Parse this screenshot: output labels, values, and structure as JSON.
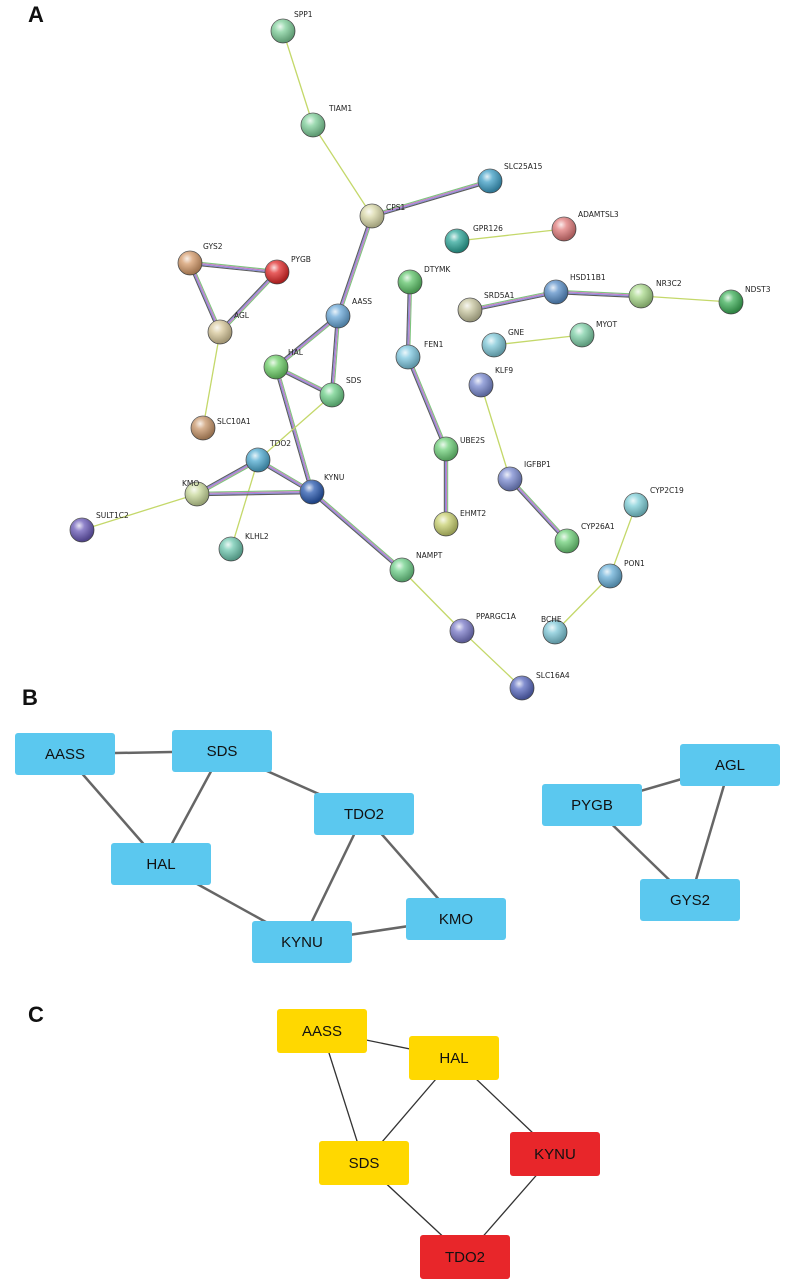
{
  "panels": [
    {
      "id": "A",
      "label": "A"
    },
    {
      "id": "B",
      "label": "B"
    },
    {
      "id": "C",
      "label": "C"
    }
  ],
  "panel_a": {
    "nodes": [
      {
        "id": "SPP1",
        "label": "SPP1",
        "color": "#7fcf9a"
      },
      {
        "id": "TIAM1",
        "label": "TIAM1",
        "color": "#7fcf9a"
      },
      {
        "id": "CPS1",
        "label": "CPS1",
        "color": "#d9d8a8"
      },
      {
        "id": "SLC25A15",
        "label": "SLC25A15",
        "color": "#3f9fc6"
      },
      {
        "id": "ADAMTSL3",
        "label": "ADAMTSL3",
        "color": "#e07a7a"
      },
      {
        "id": "GPR126",
        "label": "GPR126",
        "color": "#2fa79a"
      },
      {
        "id": "GYS2",
        "label": "GYS2",
        "color": "#d49a6a"
      },
      {
        "id": "PYGB",
        "label": "PYGB",
        "color": "#e02a2a"
      },
      {
        "id": "AGL",
        "label": "AGL",
        "color": "#d7c79a"
      },
      {
        "id": "DTYMK",
        "label": "DTYMK",
        "color": "#5fc46a"
      },
      {
        "id": "HSD11B1",
        "label": "HSD11B1",
        "color": "#5a8fc8"
      },
      {
        "id": "NR3C2",
        "label": "NR3C2",
        "color": "#a8d88a"
      },
      {
        "id": "NDST3",
        "label": "NDST3",
        "color": "#3fb05a"
      },
      {
        "id": "SRD5A1",
        "label": "SRD5A1",
        "color": "#c8c6a0"
      },
      {
        "id": "AASS",
        "label": "AASS",
        "color": "#6aa8d8"
      },
      {
        "id": "GNE",
        "label": "GNE",
        "color": "#7fc8d8"
      },
      {
        "id": "MYOT",
        "label": "MYOT",
        "color": "#7fd0a8"
      },
      {
        "id": "HAL",
        "label": "HAL",
        "color": "#6fd06a"
      },
      {
        "id": "FEN1",
        "label": "FEN1",
        "color": "#7fc8e0"
      },
      {
        "id": "SDS",
        "label": "SDS",
        "color": "#6fd08a"
      },
      {
        "id": "KLF9",
        "label": "KLF9",
        "color": "#7a8ad0"
      },
      {
        "id": "SLC10A1",
        "label": "SLC10A1",
        "color": "#c8966a"
      },
      {
        "id": "UBE2S",
        "label": "UBE2S",
        "color": "#6fd07a"
      },
      {
        "id": "TDO2",
        "label": "TDO2",
        "color": "#4faad0"
      },
      {
        "id": "IGFBP1",
        "label": "IGFBP1",
        "color": "#7a8ad0"
      },
      {
        "id": "KMO",
        "label": "KMO",
        "color": "#c8d89a"
      },
      {
        "id": "KYNU",
        "label": "KYNU",
        "color": "#2a5ab0"
      },
      {
        "id": "EHMT2",
        "label": "EHMT2",
        "color": "#c8d070"
      },
      {
        "id": "CYP2C19",
        "label": "CYP2C19",
        "color": "#7fcfd8"
      },
      {
        "id": "SULT1C2",
        "label": "SULT1C2",
        "color": "#6a5ab8"
      },
      {
        "id": "CYP26A1",
        "label": "CYP26A1",
        "color": "#6fd07a"
      },
      {
        "id": "KLHL2",
        "label": "KLHL2",
        "color": "#6fc8b0"
      },
      {
        "id": "PON1",
        "label": "PON1",
        "color": "#6ab0d8"
      },
      {
        "id": "NAMPT",
        "label": "NAMPT",
        "color": "#6fd08a"
      },
      {
        "id": "BCHE",
        "label": "BCHE",
        "color": "#7fc8d8"
      },
      {
        "id": "PPARGC1A",
        "label": "PPARGC1A",
        "color": "#7a7ac8"
      },
      {
        "id": "SLC16A4",
        "label": "SLC16A4",
        "color": "#5a6ac0"
      }
    ],
    "edges": [
      {
        "from": "SPP1",
        "to": "TIAM1",
        "kind": "thin"
      },
      {
        "from": "TIAM1",
        "to": "CPS1",
        "kind": "thin"
      },
      {
        "from": "CPS1",
        "to": "SLC25A15",
        "kind": "multi"
      },
      {
        "from": "CPS1",
        "to": "AASS",
        "kind": "multi"
      },
      {
        "from": "GPR126",
        "to": "ADAMTSL3",
        "kind": "thin"
      },
      {
        "from": "GYS2",
        "to": "PYGB",
        "kind": "multi"
      },
      {
        "from": "GYS2",
        "to": "AGL",
        "kind": "multi"
      },
      {
        "from": "PYGB",
        "to": "AGL",
        "kind": "multi"
      },
      {
        "from": "AGL",
        "to": "SLC10A1",
        "kind": "thin"
      },
      {
        "from": "DTYMK",
        "to": "FEN1",
        "kind": "multi"
      },
      {
        "from": "FEN1",
        "to": "UBE2S",
        "kind": "multi"
      },
      {
        "from": "UBE2S",
        "to": "EHMT2",
        "kind": "multi"
      },
      {
        "from": "SRD5A1",
        "to": "HSD11B1",
        "kind": "multi"
      },
      {
        "from": "HSD11B1",
        "to": "NR3C2",
        "kind": "multi"
      },
      {
        "from": "NR3C2",
        "to": "NDST3",
        "kind": "thin"
      },
      {
        "from": "GNE",
        "to": "MYOT",
        "kind": "thin"
      },
      {
        "from": "AASS",
        "to": "HAL",
        "kind": "multi"
      },
      {
        "from": "AASS",
        "to": "SDS",
        "kind": "multi"
      },
      {
        "from": "HAL",
        "to": "SDS",
        "kind": "multi"
      },
      {
        "from": "HAL",
        "to": "KYNU",
        "kind": "multi"
      },
      {
        "from": "SDS",
        "to": "TDO2",
        "kind": "thin"
      },
      {
        "from": "TDO2",
        "to": "KYNU",
        "kind": "multi"
      },
      {
        "from": "TDO2",
        "to": "KMO",
        "kind": "multi"
      },
      {
        "from": "TDO2",
        "to": "KLHL2",
        "kind": "thin"
      },
      {
        "from": "KMO",
        "to": "KYNU",
        "kind": "multi"
      },
      {
        "from": "KMO",
        "to": "SULT1C2",
        "kind": "thin"
      },
      {
        "from": "KYNU",
        "to": "NAMPT",
        "kind": "multi"
      },
      {
        "from": "NAMPT",
        "to": "PPARGC1A",
        "kind": "thin"
      },
      {
        "from": "PPARGC1A",
        "to": "SLC16A4",
        "kind": "thin"
      },
      {
        "from": "KLF9",
        "to": "IGFBP1",
        "kind": "thin"
      },
      {
        "from": "IGFBP1",
        "to": "CYP26A1",
        "kind": "multi"
      },
      {
        "from": "CYP2C19",
        "to": "PON1",
        "kind": "thin"
      },
      {
        "from": "PON1",
        "to": "BCHE",
        "kind": "thin"
      }
    ]
  },
  "panel_b": {
    "box_color": "#5bc8ef",
    "edge_color": "#666666",
    "nodes": [
      {
        "id": "AASS",
        "label": "AASS"
      },
      {
        "id": "SDS",
        "label": "SDS"
      },
      {
        "id": "TDO2",
        "label": "TDO2"
      },
      {
        "id": "HAL",
        "label": "HAL"
      },
      {
        "id": "KMO",
        "label": "KMO"
      },
      {
        "id": "KYNU",
        "label": "KYNU"
      },
      {
        "id": "AGL",
        "label": "AGL"
      },
      {
        "id": "PYGB",
        "label": "PYGB"
      },
      {
        "id": "GYS2",
        "label": "GYS2"
      }
    ],
    "edges": [
      {
        "from": "AASS",
        "to": "SDS"
      },
      {
        "from": "AASS",
        "to": "HAL"
      },
      {
        "from": "SDS",
        "to": "HAL"
      },
      {
        "from": "SDS",
        "to": "TDO2"
      },
      {
        "from": "HAL",
        "to": "KYNU"
      },
      {
        "from": "TDO2",
        "to": "KYNU"
      },
      {
        "from": "TDO2",
        "to": "KMO"
      },
      {
        "from": "KYNU",
        "to": "KMO"
      },
      {
        "from": "PYGB",
        "to": "AGL"
      },
      {
        "from": "PYGB",
        "to": "GYS2"
      },
      {
        "from": "AGL",
        "to": "GYS2"
      }
    ]
  },
  "panel_c": {
    "edge_color": "#333333",
    "nodes": [
      {
        "id": "AASS",
        "label": "AASS",
        "color": "#ffd800"
      },
      {
        "id": "HAL",
        "label": "HAL",
        "color": "#ffd800"
      },
      {
        "id": "SDS",
        "label": "SDS",
        "color": "#ffd800"
      },
      {
        "id": "KYNU",
        "label": "KYNU",
        "color": "#e8262a"
      },
      {
        "id": "TDO2",
        "label": "TDO2",
        "color": "#e8262a"
      }
    ],
    "edges": [
      {
        "from": "AASS",
        "to": "HAL"
      },
      {
        "from": "AASS",
        "to": "SDS"
      },
      {
        "from": "HAL",
        "to": "SDS"
      },
      {
        "from": "HAL",
        "to": "KYNU"
      },
      {
        "from": "SDS",
        "to": "TDO2"
      },
      {
        "from": "KYNU",
        "to": "TDO2"
      }
    ]
  }
}
